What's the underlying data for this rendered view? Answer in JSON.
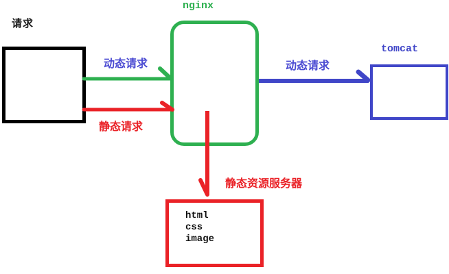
{
  "colors": {
    "green": "#2eb050",
    "red": "#ea2227",
    "blue": "#4046c8",
    "blue_text": "#4a4ad2",
    "black": "#000000"
  },
  "nodes": {
    "request": {
      "label": "请求"
    },
    "nginx": {
      "label": "nginx"
    },
    "tomcat": {
      "label": "tomcat"
    },
    "static_files": {
      "items": [
        "html",
        "css",
        "image"
      ]
    }
  },
  "edges": {
    "dynamic_left": {
      "label": "动态请求"
    },
    "static_left": {
      "label": "静态请求"
    },
    "dynamic_right": {
      "label": "动态请求"
    },
    "static_server": {
      "label": "静态资源服务器"
    }
  }
}
